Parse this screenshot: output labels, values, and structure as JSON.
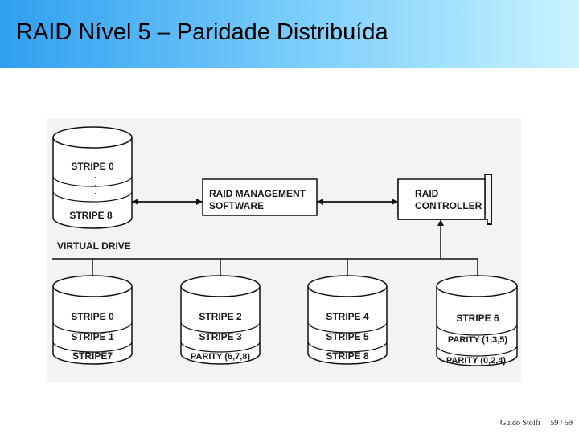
{
  "slide": {
    "title": "RAID Nível 5 – Paridade Distribuída"
  },
  "diagram": {
    "virtual_drive": {
      "label": "VIRTUAL DRIVE",
      "stripes": [
        "STRIPE 0",
        "STRIPE 8"
      ],
      "ellipsis": "·"
    },
    "management_software": {
      "line1": "RAID MANAGEMENT",
      "line2": "SOFTWARE"
    },
    "controller": {
      "line1": "RAID",
      "line2": "CONTROLLER"
    },
    "disks": [
      {
        "rows": [
          "STRIPE 0",
          "STRIPE 1",
          "STRIPE7"
        ]
      },
      {
        "rows": [
          "STRIPE 2",
          "STRIPE 3",
          "PARITY (6,7,8)"
        ]
      },
      {
        "rows": [
          "STRIPE 4",
          "STRIPE 5",
          "STRIPE 8"
        ]
      },
      {
        "rows": [
          "STRIPE 6",
          "PARITY (1,3,5)",
          "PARITY (0,2,4)"
        ]
      }
    ]
  },
  "footer": {
    "author": "Guido Stolfi",
    "page": "59 / 59"
  }
}
